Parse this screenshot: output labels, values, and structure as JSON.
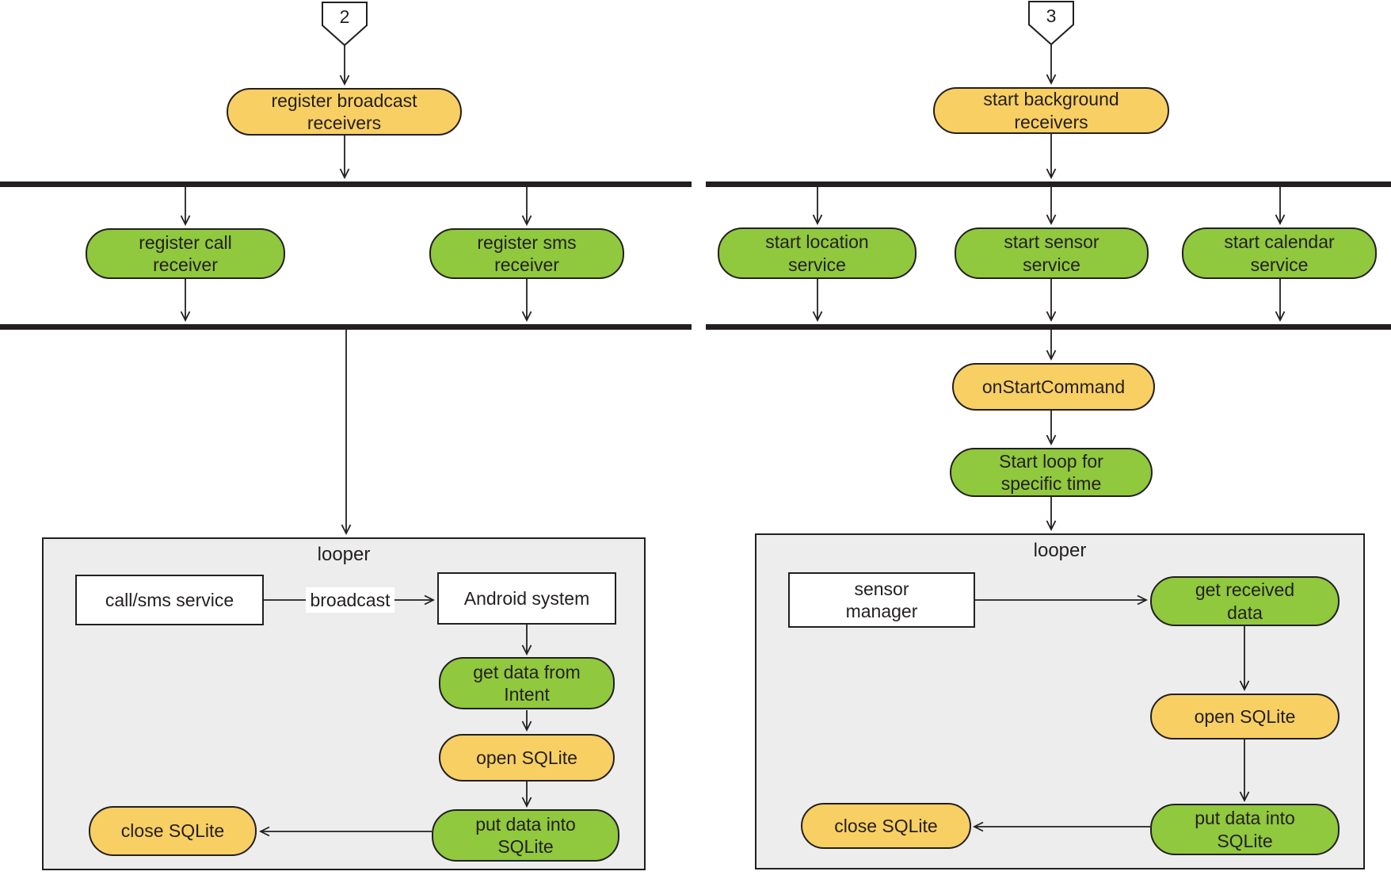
{
  "colors": {
    "activity_yellow": "#F8CF63",
    "activity_green": "#90C83E",
    "panel_gray": "#EDEDEE",
    "line_black": "#231F20"
  },
  "left": {
    "ref_number": "2",
    "start_action": "register broadcast\nreceivers",
    "branches": [
      "register call\nreceiver",
      "register sms\nreceiver"
    ],
    "looper": {
      "title": "looper",
      "source_box": "call/sms service",
      "edge_label": "broadcast",
      "target_box": "Android system",
      "steps": [
        "get data from\nIntent",
        "open SQLite",
        "put data into\nSQLite",
        "close SQLite"
      ]
    }
  },
  "right": {
    "ref_number": "3",
    "start_action": "start background\nreceivers",
    "branches": [
      "start location\nservice",
      "start sensor\nservice",
      "start calendar\nservice"
    ],
    "mid_actions": [
      "onStartCommand",
      "Start loop for\nspecific time"
    ],
    "looper": {
      "title": "looper",
      "source_box": "sensor\nmanager",
      "steps": [
        "get received\ndata",
        "open SQLite",
        "put data into\nSQLite",
        "close SQLite"
      ]
    }
  }
}
